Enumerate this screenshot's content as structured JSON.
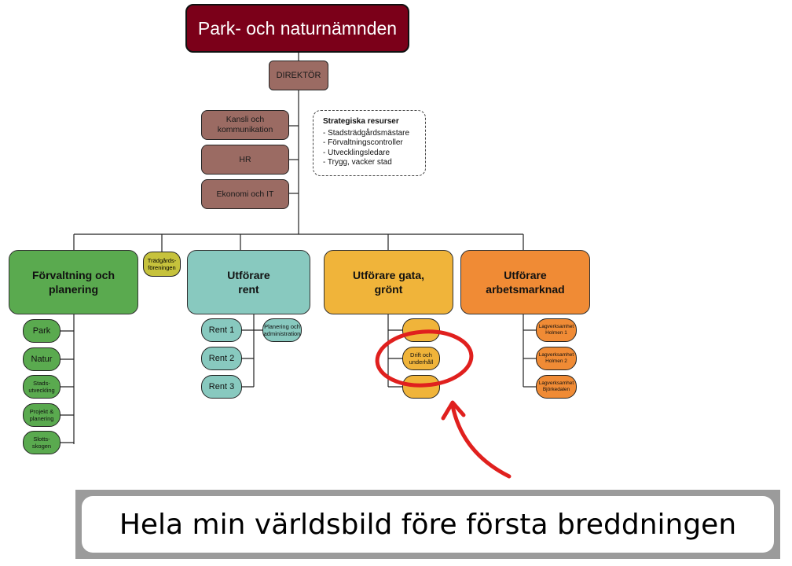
{
  "org": {
    "title": "Park- och naturnämnden",
    "director": "DIREKTÖR",
    "staff": [
      "Kansli och kommunikation",
      "HR",
      "Ekonomi och IT"
    ],
    "strategic": {
      "title": "Strategiska resurser",
      "items": [
        "- Stadsträdgårdsmästare",
        "- Förvaltningscontroller",
        "- Utvecklingsledare",
        "- Trygg, vacker stad"
      ]
    },
    "departments": {
      "forvaltning": {
        "label": "Förvaltning och planering",
        "units": [
          "Park",
          "Natur",
          "Stads-utveckling",
          "Projekt & planering",
          "Slotts-skogen"
        ]
      },
      "tradgard": {
        "label": "Trädgårds-föreningen"
      },
      "rent": {
        "label": "Utförare rent",
        "units": [
          "Rent 1",
          "Rent 2",
          "Rent 3"
        ],
        "side": "Planering och administration"
      },
      "gata": {
        "label": "Utförare gata, grönt",
        "units": [
          "",
          "Drift och underhåll",
          ""
        ]
      },
      "arbete": {
        "label": "Utförare arbetsmarknad",
        "units": [
          "Lagverksamhet Holmen 1",
          "Lagverksamhet Holmen 2",
          "Lagverksamhet Björkedalen"
        ]
      }
    }
  },
  "caption": "Hela min världsbild före första breddningen",
  "colors": {
    "title": "#7b0019",
    "leadership": "#9b6b63",
    "forvaltning": "#5aaa4f",
    "tradgard": "#c6c23c",
    "rent": "#88c9bf",
    "gata": "#f0b43a",
    "arbete": "#f08b35",
    "annotation": "#e0201e"
  }
}
